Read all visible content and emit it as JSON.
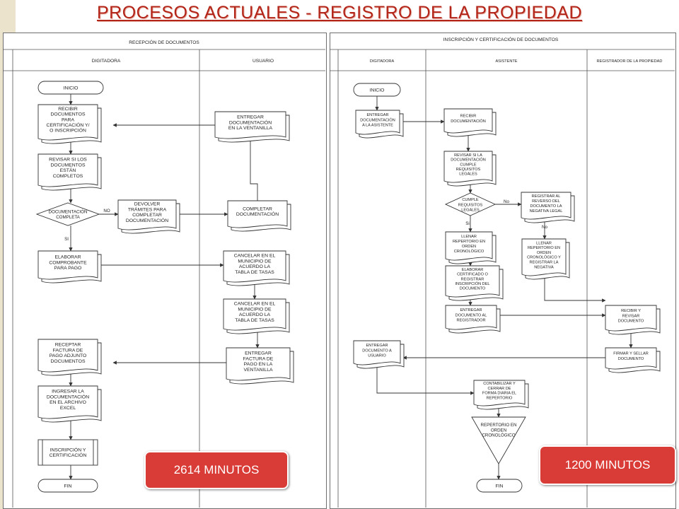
{
  "title": "PROCESOS ACTUALES -  REGISTRO DE LA PROPIEDAD",
  "left": {
    "header": "RECEPCIÓN DE DOCUMENTOS",
    "lanes": [
      "DIGITADORA",
      "USUARIO"
    ],
    "nodes": {
      "inicio": "INICIO",
      "recibir": [
        "RECIBIR",
        "DOCUMENTOS",
        "PARA",
        "CERTIFICACIÓN Y/",
        "O INSCRIPCIÓN"
      ],
      "revisar": [
        "REVISAR SI LOS",
        "DOCUMENTOS",
        "ESTÁN",
        "COMPLETOS"
      ],
      "decision": [
        "DOCUMENTACIÓN",
        "COMPLETA"
      ],
      "devolver": [
        "DEVOLVER",
        "TRÁMITES PARA",
        "COMPLETAR",
        "DOCUMENTACIÓN"
      ],
      "elaborar": [
        "ELABORAR",
        "COMPROBANTE",
        "PARA PAGO"
      ],
      "receptar": [
        "RECEPTAR",
        "FACTURA DE",
        "PAGO ADJUNTO",
        "DOCUMENTOS"
      ],
      "ingresar": [
        "INGRESAR LA",
        "DOCUMENTACIÓN",
        "EN EL ARCHIVO",
        "EXCEL"
      ],
      "inscripcion": [
        "INSCRIPCIÓN Y",
        "CERTIFICACIÓN"
      ],
      "fin": "FIN",
      "entregar_ventanilla": [
        "ENTREGAR",
        "DOCUMENTACIÓN",
        "EN LA VENTANILLA"
      ],
      "completar": [
        "COMPLETAR",
        "DOCUMENTACIÓN"
      ],
      "cancelar1": [
        "CANCELAR EN EL",
        "MUNICIPIO DE",
        "ACUERDO LA",
        "TABLA DE TASAS"
      ],
      "cancelar2": [
        "CANCELAR EN EL",
        "MUNICIPIO DE",
        "ACUERDO LA",
        "TABLA DE TASAS"
      ],
      "entregar_factura": [
        "ENTREGAR",
        "FACTURA DE",
        "PAGO EN LA",
        "VENTANILLA"
      ]
    },
    "edge_labels": {
      "no": "NO",
      "si": "SI"
    },
    "badge": "2614 MINUTOS"
  },
  "right": {
    "header": "INSCRIPCIÓN Y CERTIFICACIÓN DE  DOCUMENTOS",
    "lanes": [
      "DIGITADORA",
      "ASISTENTE",
      "REGISTRADOR DE LA PROPIEDAD"
    ],
    "nodes": {
      "inicio": "INICIO",
      "entregar_asistente": [
        "ENTREGAR",
        "DOCUMENTACIÓN",
        "A LA ASISTENTE"
      ],
      "entregar_usuario": [
        "ENTREGAR",
        "DOCUMENTO A",
        "USUARIO"
      ],
      "recibir_doc": [
        "RECIBIR",
        "DOCUMENTACIÓN"
      ],
      "revisar": [
        "REVISAR SI LA",
        "DOCUMENTACIÓN",
        "CUMPLE",
        "REQUISITOS",
        "LEGALES"
      ],
      "decision": [
        "CUMPLE",
        "REQUISITOS",
        "LEGALES"
      ],
      "llenar": [
        "LLENAR",
        "REPERTORIO EN",
        "ORDEN",
        "CRONOLÓGICO"
      ],
      "elaborar": [
        "ELABORAR",
        "CERTIFICADO O",
        "REGISTRAR",
        "INSCRIPCIÓN DEL",
        "DOCUMENTO"
      ],
      "entregar_registrador": [
        "ENTREGAR",
        "DOCUMENTO AL",
        "REGISTRADOR"
      ],
      "registrar_reverso": [
        "REGISTRAR AL",
        "REVERSO DEL",
        "DOCUMENTO LA",
        "NEGATIVA LEGAL"
      ],
      "llenar_negativa": [
        "LLENAR",
        "REPERTORIO EN",
        "ORDEN",
        "CRONOLÓGICO Y",
        "REGISTRAR LA",
        "NEGATIVA"
      ],
      "recibir_revisar": [
        "RECIBIR Y",
        "REVISAR",
        "DOCUMENTO"
      ],
      "firmar": [
        "FIRMAR Y SELLAR",
        "DOCUMENTO"
      ],
      "contabilizar": [
        "CONTABILIZAR Y",
        "CERRAR DE",
        "FORMA DIARIA EL",
        "REPERTORIO"
      ],
      "repertorio": [
        "REPERTORIO EN",
        "ORDEN",
        "CRONOLÓGICO"
      ],
      "fin": "FIN"
    },
    "edge_labels": {
      "no": "No",
      "si": "Si",
      "no2": "No"
    },
    "badge": "1200 MINUTOS"
  }
}
